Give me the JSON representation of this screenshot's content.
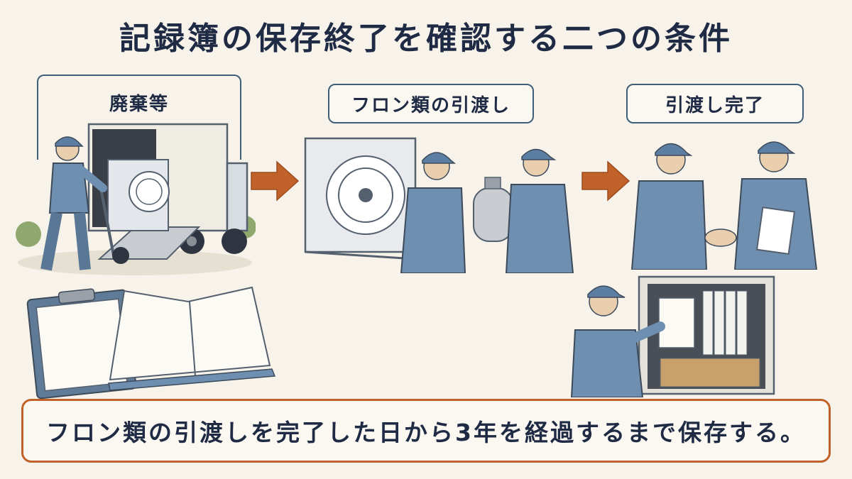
{
  "title": "記録簿の保存終了を確認する二つの条件",
  "steps": [
    {
      "label": "廃棄等"
    },
    {
      "label": "フロン類の引渡し"
    },
    {
      "label": "引渡し完了"
    }
  ],
  "conclusion": "フロン類の引渡しを完了した日から3年を経過するまで保存する。",
  "colors": {
    "accent_orange": "#c0622a",
    "frame_blue": "#3f5f78",
    "uniform_blue": "#6f8fb0",
    "background": "#f7f3ea"
  }
}
